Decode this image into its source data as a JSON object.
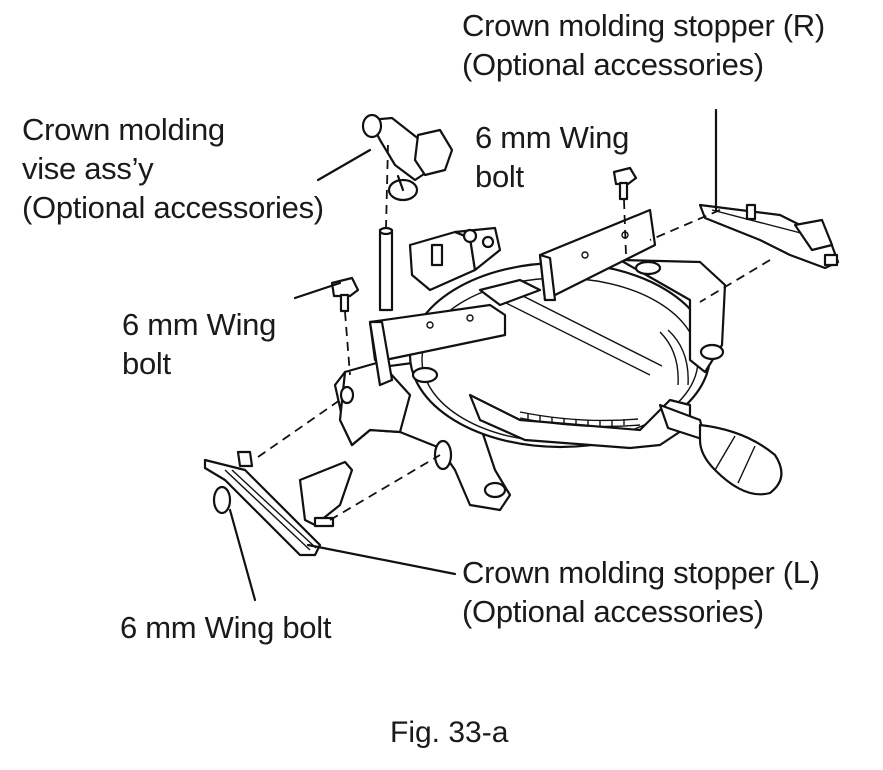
{
  "labels": {
    "stopper_r": {
      "line1": "Crown molding stopper (R)",
      "line2": "(Optional accessories)"
    },
    "vise": {
      "line1": "Crown molding",
      "line2": "vise ass’y",
      "line3": "(Optional accessories)"
    },
    "wing_bolt_top": {
      "line1": "6 mm Wing",
      "line2": "bolt"
    },
    "wing_bolt_left": {
      "line1": "6 mm Wing",
      "line2": "bolt"
    },
    "stopper_l": {
      "line1": "Crown molding stopper (L)",
      "line2": "(Optional accessories)"
    },
    "wing_bolt_bottom": {
      "text": "6 mm Wing bolt"
    }
  },
  "caption": "Fig. 33-a"
}
